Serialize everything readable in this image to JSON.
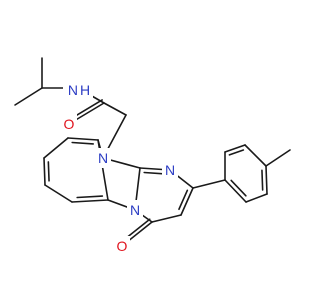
{
  "colors": {
    "bond": "#1a1a1a",
    "nitrogen": "#2b3cc4",
    "oxygen": "#e0141e",
    "background": "#ffffff"
  },
  "labels": {
    "nh_n": "N",
    "nh_h": "H",
    "amide_o": "O",
    "ring_n_imidazole": "N",
    "ring_n_imine": "N",
    "ring_n_bridge": "N",
    "ketone_o": "O"
  }
}
